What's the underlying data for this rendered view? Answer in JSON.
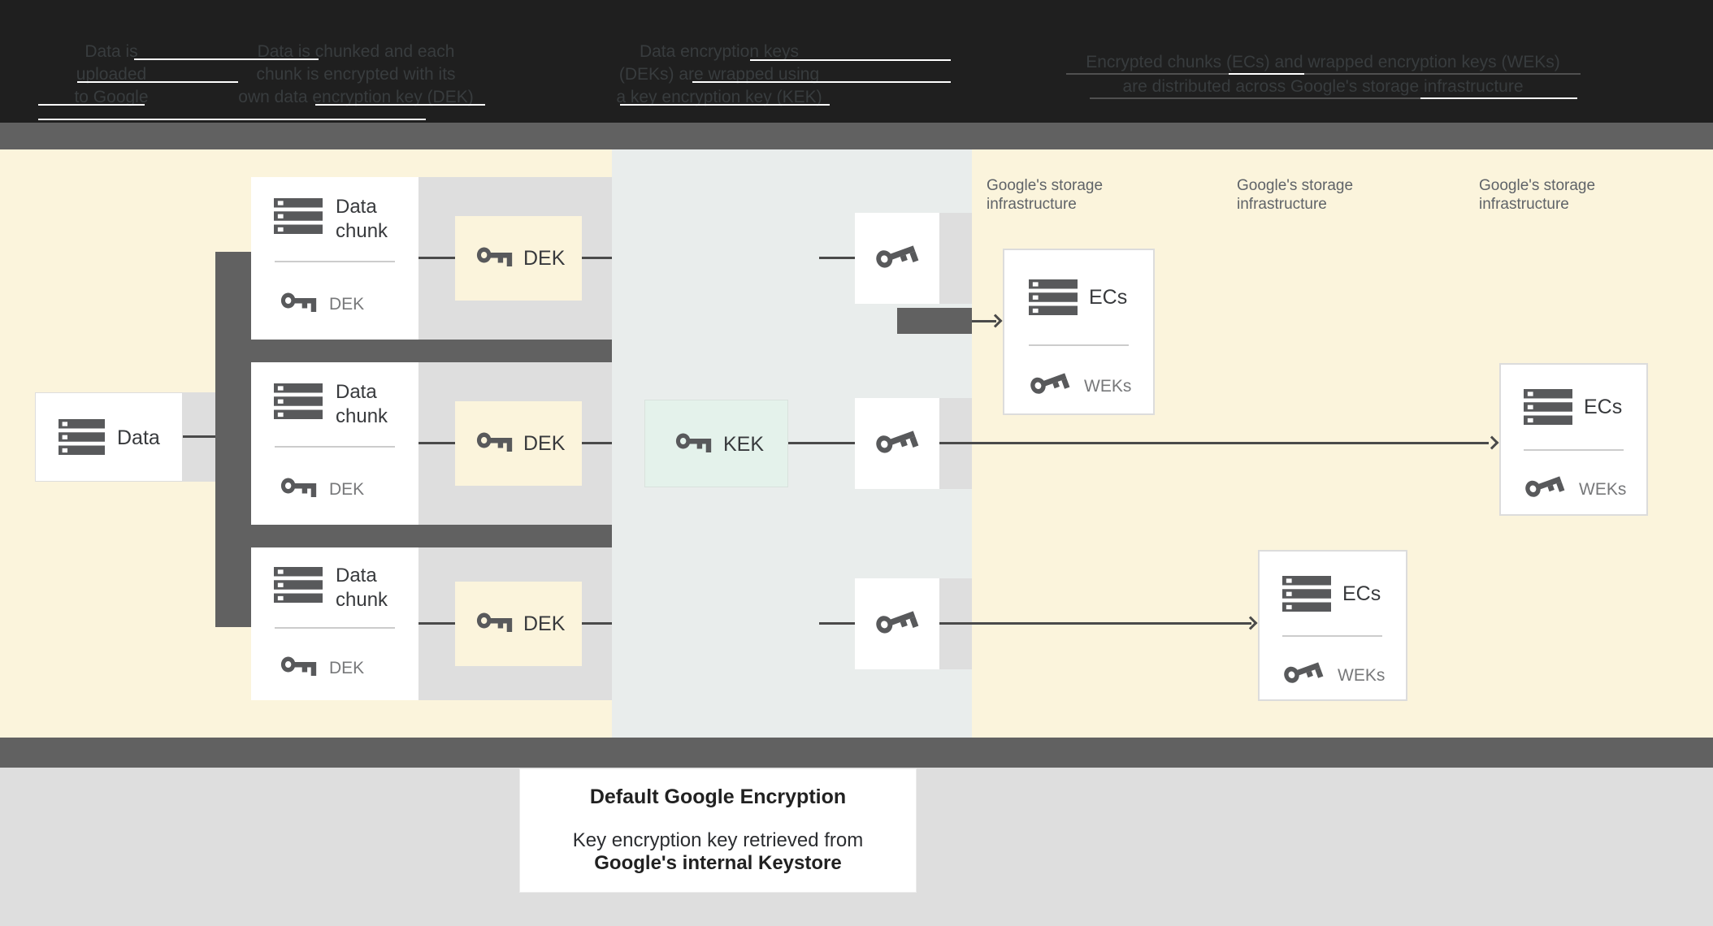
{
  "header": {
    "steps": [
      {
        "lines": [
          "Data is",
          "uploaded",
          "to Google"
        ]
      },
      {
        "lines": [
          "Data is chunked and each",
          "chunk is encrypted with its",
          "own data encryption key (DEK)"
        ]
      },
      {
        "lines": [
          "Data encryption keys",
          "(DEKs) are wrapped using",
          "a key encryption key (KEK)"
        ]
      },
      {
        "lines": [
          "Encrypted chunks (ECs) and wrapped encryption keys (WEKs)",
          "are distributed across Google's storage infrastructure"
        ]
      }
    ]
  },
  "diagram": {
    "data_box": {
      "label": "Data"
    },
    "chunks": [
      {
        "title": "Data chunk",
        "key_label": "DEK"
      },
      {
        "title": "Data chunk",
        "key_label": "DEK"
      },
      {
        "title": "Data chunk",
        "key_label": "DEK"
      }
    ],
    "dek_boxes": [
      "DEK",
      "DEK",
      "DEK"
    ],
    "kek_box": {
      "label": "KEK"
    },
    "storage_labels": [
      {
        "line1": "Google's storage",
        "line2": "infrastructure"
      },
      {
        "line1": "Google's storage",
        "line2": "infrastructure"
      },
      {
        "line1": "Google's storage",
        "line2": "infrastructure"
      }
    ],
    "ecs_boxes": [
      {
        "title": "ECs",
        "key_label": "WEKs"
      },
      {
        "title": "ECs",
        "key_label": "WEKs"
      },
      {
        "title": "ECs",
        "key_label": "WEKs"
      }
    ],
    "icons": {
      "server": "server-stack-icon",
      "key": "key-icon"
    }
  },
  "footer": {
    "title": "Default Google Encryption",
    "line1": "Key encryption key retrieved from",
    "line2": "Google's internal Keystore"
  },
  "colors": {
    "top_black": "#1f1f1f",
    "band_gray": "#616161",
    "cream": "#FBF4DC",
    "panel_gray": "#E9EDEC",
    "light_strip": "#DEDEDE",
    "icon_gray": "#58595B",
    "kek_green": "#E4F2EB",
    "bottom_gray": "#DEDEDE",
    "line_gray": "#4a4a4a"
  }
}
